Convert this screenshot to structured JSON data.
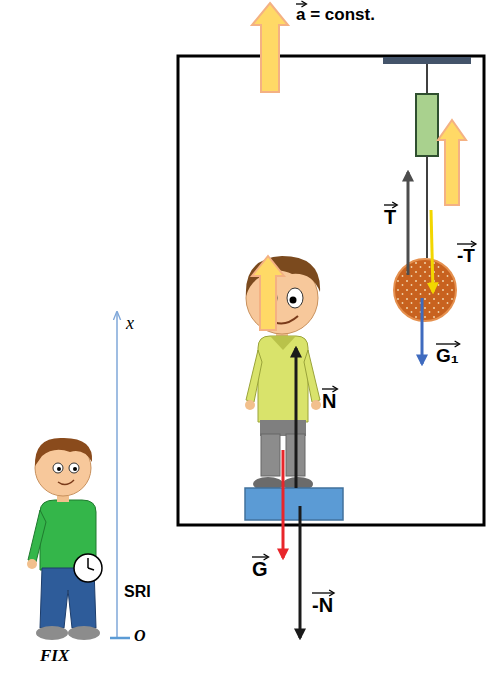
{
  "diagram": {
    "labels": [
      "a = const.",
      "T",
      "-T",
      "G₁",
      "N",
      "G",
      "-N",
      "x",
      "SRI",
      "O",
      "FIX"
    ]
  }
}
